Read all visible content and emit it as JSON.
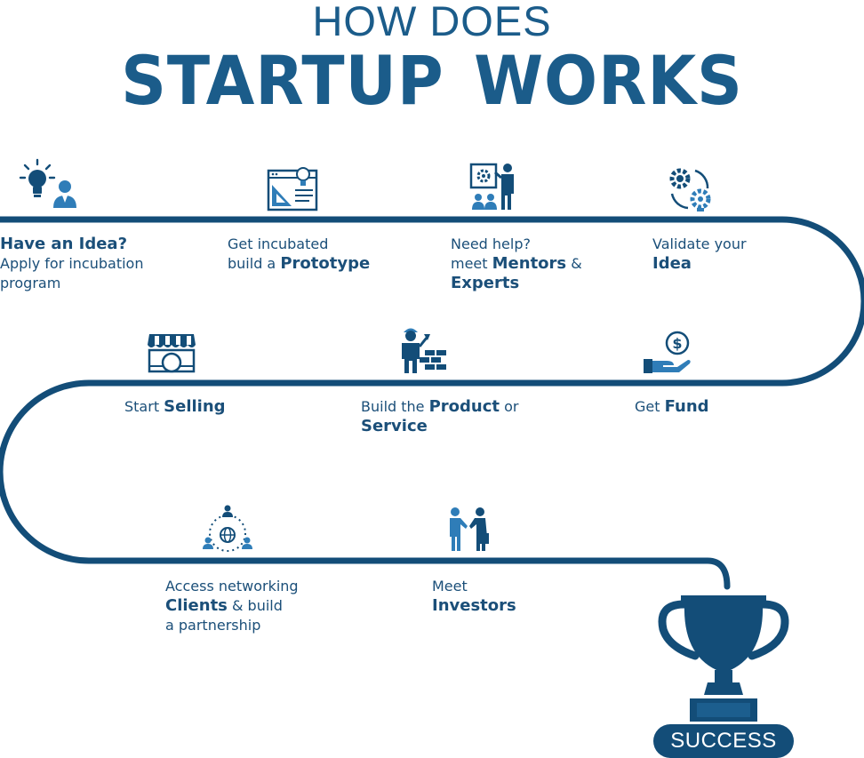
{
  "title": {
    "line1": "HOW DOES",
    "line2a": "STARTUP",
    "line2b": "WORKS"
  },
  "colors": {
    "primary": "#134d78",
    "accent": "#2f7db8",
    "text": "#1b4f79"
  },
  "steps": [
    {
      "icon": "idea-person-icon",
      "l1a": "Have an Idea?",
      "l2": "Apply for incubation",
      "l3": "program"
    },
    {
      "icon": "prototype-design-icon",
      "l1": "Get incubated",
      "l2a": "build a ",
      "l2b": "Prototype"
    },
    {
      "icon": "mentor-presentation-icon",
      "l1": "Need help?",
      "l2a": "meet ",
      "l2b": "Mentors",
      "l2c": " &",
      "l3b": "Experts"
    },
    {
      "icon": "validate-gears-icon",
      "l1": "Validate your",
      "l2b": "Idea"
    },
    {
      "icon": "money-hand-icon",
      "l1a": "Get ",
      "l1b": "Fund"
    },
    {
      "icon": "builder-bricks-icon",
      "l1a": "Build the ",
      "l1b": "Product",
      "l1c": " or",
      "l2b": "Service"
    },
    {
      "icon": "shop-store-icon",
      "l1a": "Start ",
      "l1b": "Selling"
    },
    {
      "icon": "handshake-investors-icon",
      "l1": "Meet",
      "l2b": "Investors"
    },
    {
      "icon": "network-people-icon",
      "l1": "Access networking",
      "l2b": "Clients",
      "l2c": " & build",
      "l3": "a partnership"
    }
  ],
  "success": "SUCCESS"
}
